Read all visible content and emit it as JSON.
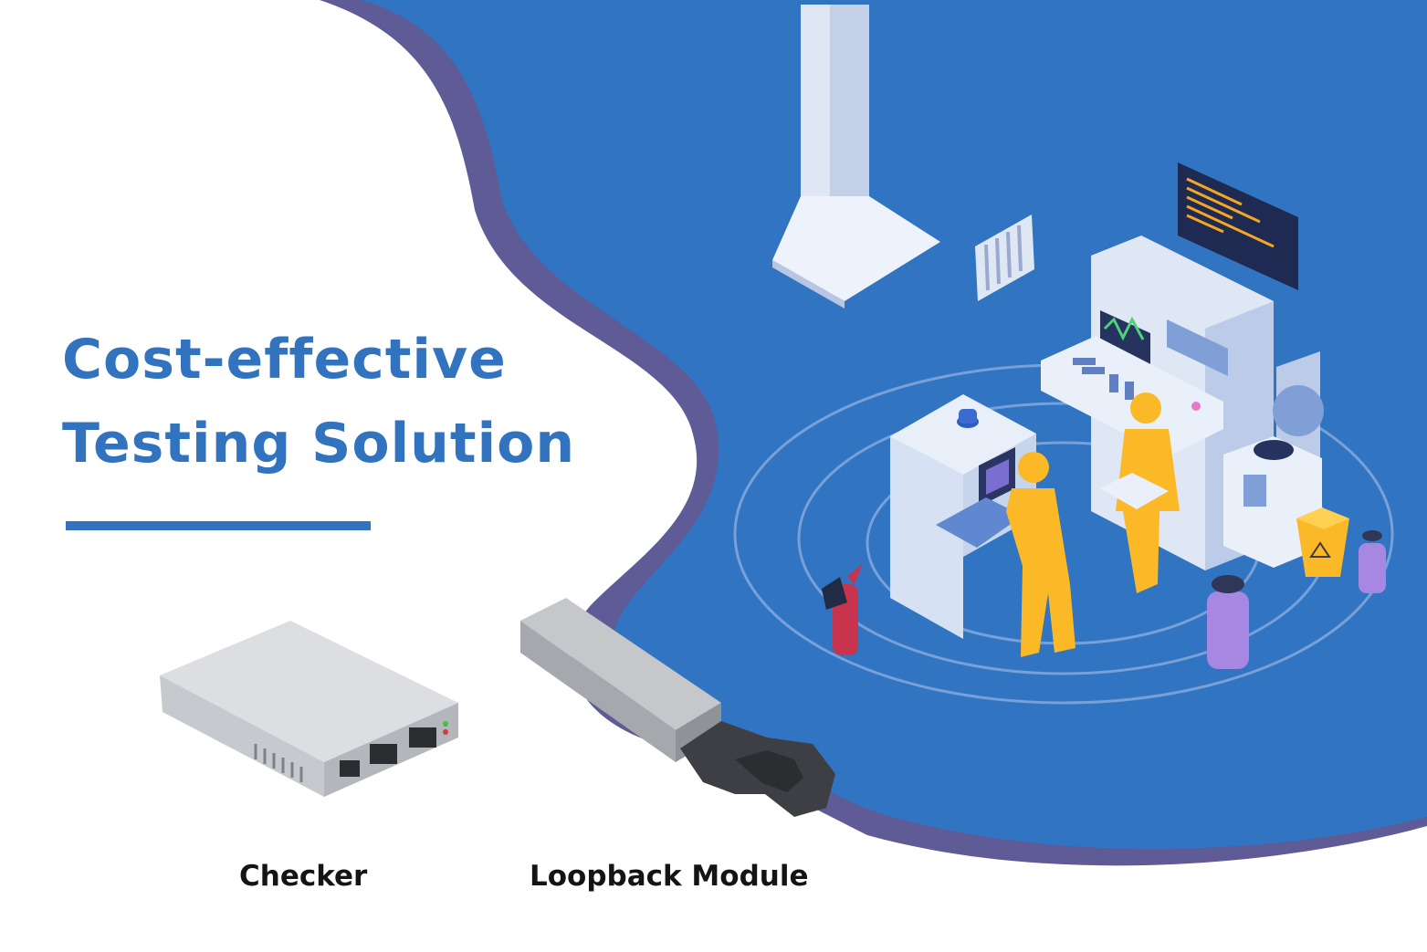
{
  "headline": {
    "line1": "Cost-effective",
    "line2": "Testing Solution"
  },
  "products": {
    "checker_label": "Checker",
    "loopback_label": "Loopback Module"
  },
  "colors": {
    "accent_blue": "#3173bf",
    "wave_purple": "#5f5b96",
    "suit_yellow": "#fbb827",
    "machine_light": "#dfe7f5",
    "caption_text": "#141414"
  },
  "icons": {
    "illustration": "cleanroom-lab-isometric",
    "checker": "checker-device-image",
    "loopback": "sfp-loopback-module-image"
  }
}
